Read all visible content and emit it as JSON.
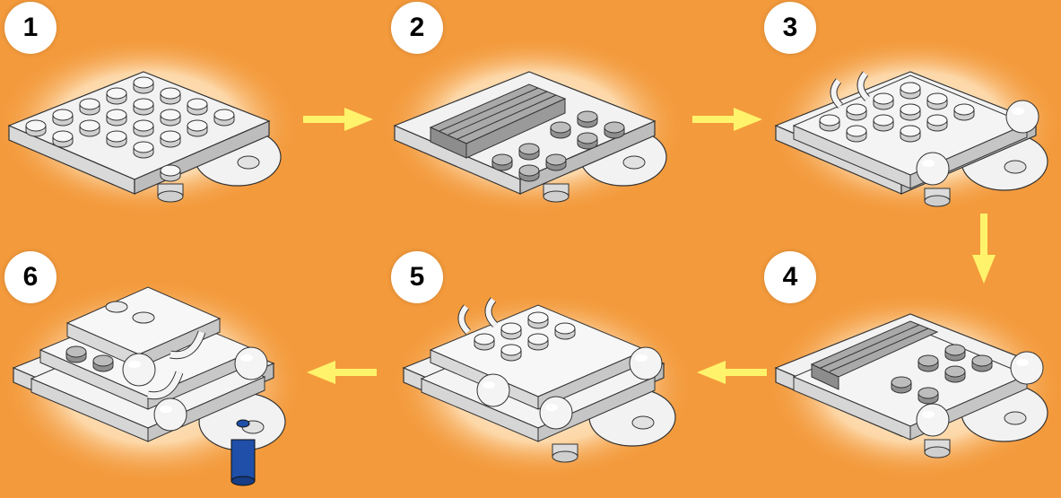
{
  "steps": [
    {
      "number": "1"
    },
    {
      "number": "2"
    },
    {
      "number": "3"
    },
    {
      "number": "4"
    },
    {
      "number": "5"
    },
    {
      "number": "6"
    }
  ],
  "colors": {
    "background": "#f39a3c",
    "glow": "#fff1d6",
    "arrow": "#fff36b",
    "brick_light": "#f2f2f2",
    "brick_mid": "#d7d7d7",
    "brick_dark": "#9a9a9a",
    "brick_gray": "#b9b9b9",
    "outline": "#333333",
    "pin_blue": "#1f4fa8"
  },
  "icons": [
    "arrow-right-icon",
    "arrow-down-icon",
    "arrow-left-icon"
  ]
}
